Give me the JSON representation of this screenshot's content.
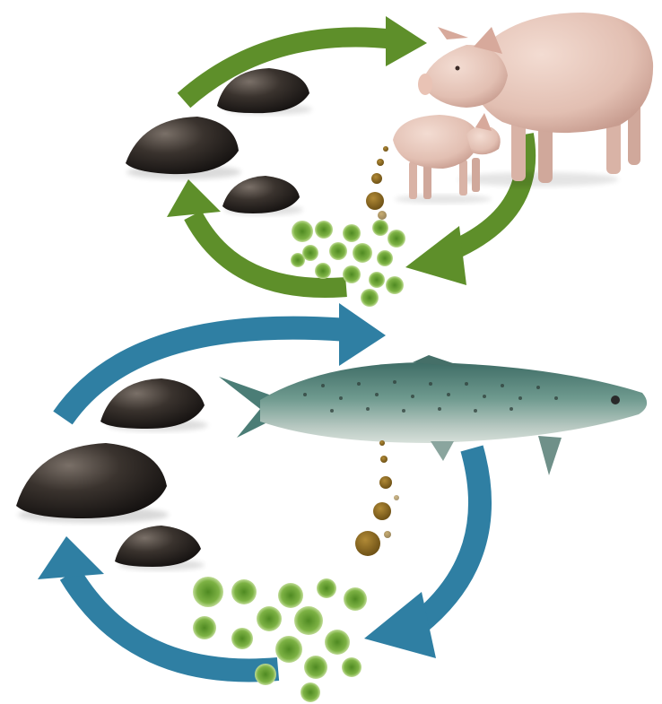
{
  "diagram": {
    "colors": {
      "green_arrow": "#5e8f2a",
      "green_arrow_dark": "#497220",
      "blue_arrow": "#2f7fa3",
      "blue_arrow_dark": "#226583",
      "mussel_dark": "#2b2622",
      "mussel_light": "#6b625a",
      "pig_skin": "#e8c9bd",
      "pig_shadow": "#c9a497",
      "fish_body": "#5e8c82",
      "fish_belly": "#b9c9c2",
      "fish_spots": "#2f3f3a",
      "feces_brown": "#8a6a1e",
      "algae_green": "#6ea23a",
      "algae_light": "#c7df9c"
    },
    "upper_cycle": {
      "animals": [
        "large-pig",
        "small-pig"
      ],
      "shellfish_count": 3,
      "algae_cell_count": 15,
      "waste_pellet_count": 5
    },
    "lower_cycle": {
      "animals": [
        "salmon"
      ],
      "shellfish_count": 3,
      "algae_cell_count": 15,
      "waste_pellet_count": 7
    }
  }
}
